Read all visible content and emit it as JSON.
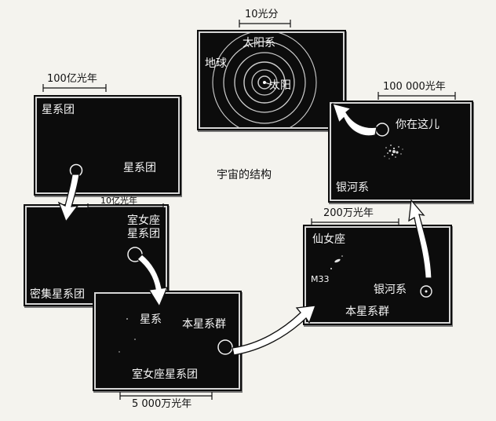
{
  "title": "宇宙的结构",
  "panels": {
    "solar_system": {
      "scale": "10光分",
      "labels": {
        "solar_system": "太阳系",
        "earth": "地球",
        "sun": "太阳"
      }
    },
    "galaxy": {
      "scale": "100 000光年",
      "labels": {
        "you_are_here": "你在这儿",
        "milky_way": "银河系"
      }
    },
    "supercluster": {
      "scale": "100亿光年",
      "labels": {
        "cluster_top": "星系团",
        "cluster_mid": "星系团"
      }
    },
    "dense_cluster": {
      "scale": "10亿光年",
      "labels": {
        "virgo_cluster_line1": "室女座",
        "virgo_cluster_line2": "星系团",
        "dense_cluster": "密集星系团"
      }
    },
    "virgo_cluster": {
      "scale": "5 000万光年",
      "labels": {
        "galaxies": "星系",
        "local_group": "本星系群",
        "virgo_cluster": "室女座星系团"
      }
    },
    "local_group": {
      "scale": "200万光年",
      "labels": {
        "andromeda": "仙女座",
        "m33": "M33",
        "milky_way": "银河系",
        "local_group": "本星系群"
      }
    }
  }
}
